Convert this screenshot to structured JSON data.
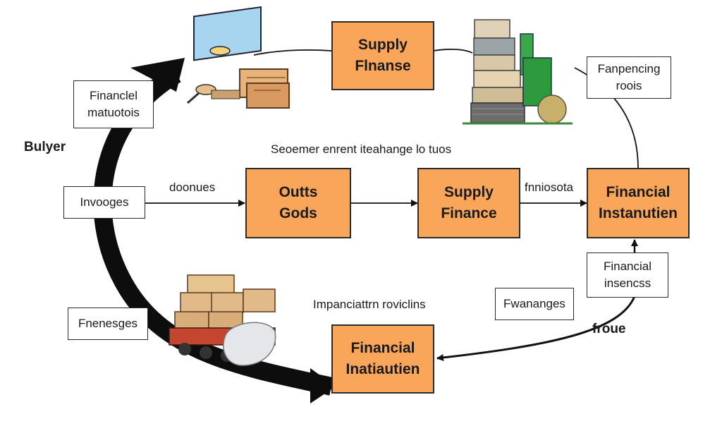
{
  "nodes": {
    "supply_top": "Supply\nFlnanse",
    "outts_gods": "Outts\nGods",
    "supply_mid": "Supply\nFinance",
    "financial_right": "Financial\nInstanutien",
    "financial_bottom": "Financial\nInatiautien"
  },
  "notes": {
    "financial_topleft": "Financlel\nmatuotois",
    "invoices": "Invooges",
    "finances": "Fnenesges",
    "fanpencing": "Fanpencing\nroois",
    "financial_right_note": "Financial\ninsencss",
    "fwananges": "Fwananges"
  },
  "labels": {
    "buyer": "Bulyer",
    "center_title": "Seoemer enrent iteahange lo tuos",
    "doonues": "doonues",
    "fnniosota": "fnniosota",
    "impanciattn": "Impanciattrn roviclins",
    "froue": "froue"
  },
  "colors": {
    "node_fill": "#f9a55a",
    "border": "#2b2b2b",
    "arrow": "#111111"
  },
  "icons": {
    "top_left": "computer-and-boxes-icon",
    "top_right": "warehouse-stack-icon",
    "bottom_left": "cargo-truck-icon"
  }
}
